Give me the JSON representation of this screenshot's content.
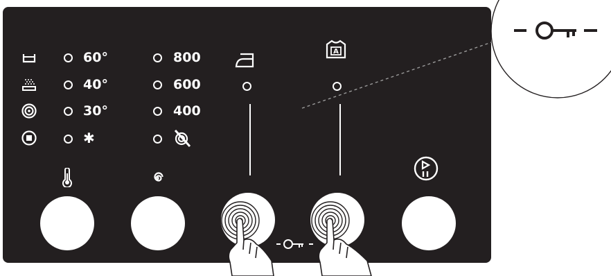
{
  "panel": {
    "background": "#231f20",
    "foreground": "#ffffff"
  },
  "temperature": {
    "options": [
      {
        "icon": "tub-icon",
        "label": "60°"
      },
      {
        "icon": "steam-dots-icon",
        "label": "40°"
      },
      {
        "icon": "spiral-icon",
        "label": "30°"
      },
      {
        "icon": "stop-square-icon",
        "label": ""
      }
    ],
    "cold_symbol": "✱",
    "selector_icon": "thermometer-icon"
  },
  "spin": {
    "options": [
      "800",
      "600",
      "400"
    ],
    "no_spin_icon": "no-spin-icon",
    "selector_icon": "spin-spiral-icon"
  },
  "functions": [
    {
      "icon": "iron-icon"
    },
    {
      "icon": "shirt-a-icon"
    }
  ],
  "start_pause": {
    "icon": "play-pause-icon"
  },
  "child_lock": {
    "icon": "key-icon"
  }
}
